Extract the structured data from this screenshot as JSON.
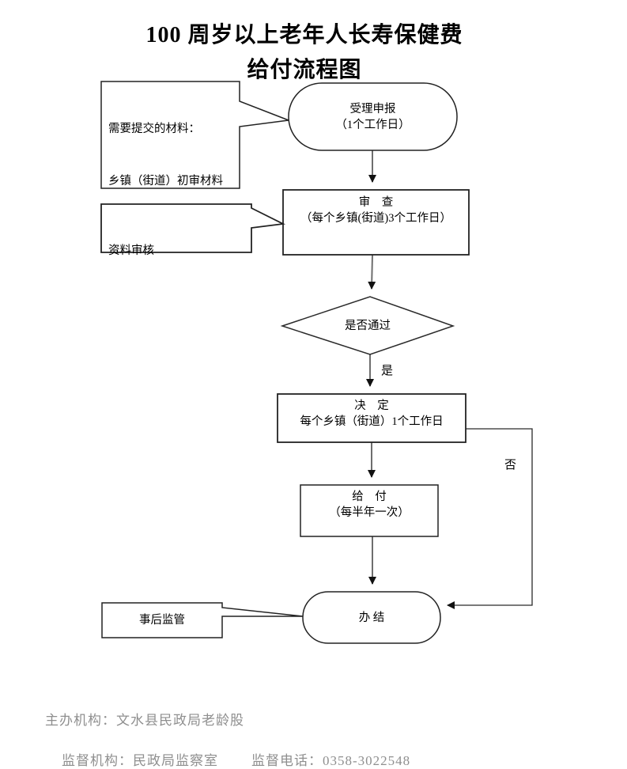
{
  "title": {
    "line1": "100 周岁以上老年人长寿保健费",
    "line2": "给付流程图"
  },
  "flowchart": {
    "callout_materials": {
      "line1": "需要提交的材料：",
      "line2": "乡镇（街道）初审材料"
    },
    "accept_node": {
      "line1": "受理申报",
      "line2": "（1个工作日）"
    },
    "callout_review": {
      "label": "资料审核"
    },
    "examine_node": {
      "line1": "审　查",
      "line2": "（每个乡镇(街道)3个工作日）"
    },
    "decision_node": {
      "label": "是否通过"
    },
    "yes_label": "是",
    "no_label": "否",
    "decide_node": {
      "line1": "决　定",
      "line2": "每个乡镇（街道）1个工作日"
    },
    "pay_node": {
      "line1": "给　付",
      "line2": "（每半年一次）"
    },
    "finish_node": {
      "label": "办 结"
    },
    "callout_supervision": {
      "label": "事后监管"
    }
  },
  "footer": {
    "line1": "主办机构：文水县民政局老龄股",
    "line2_org": "监督机构：民政局监察室",
    "line2_phone": "监督电话：0358-3022548"
  },
  "colors": {
    "background": "#ffffff",
    "shape_border": "#222222",
    "shape_fill": "#ffffff",
    "connector_gray": "#6e6e6e",
    "connector_thin": "#2a2a2a",
    "arrowhead": "#111111",
    "text": "#000000",
    "footer_text": "#8f8f8f"
  }
}
